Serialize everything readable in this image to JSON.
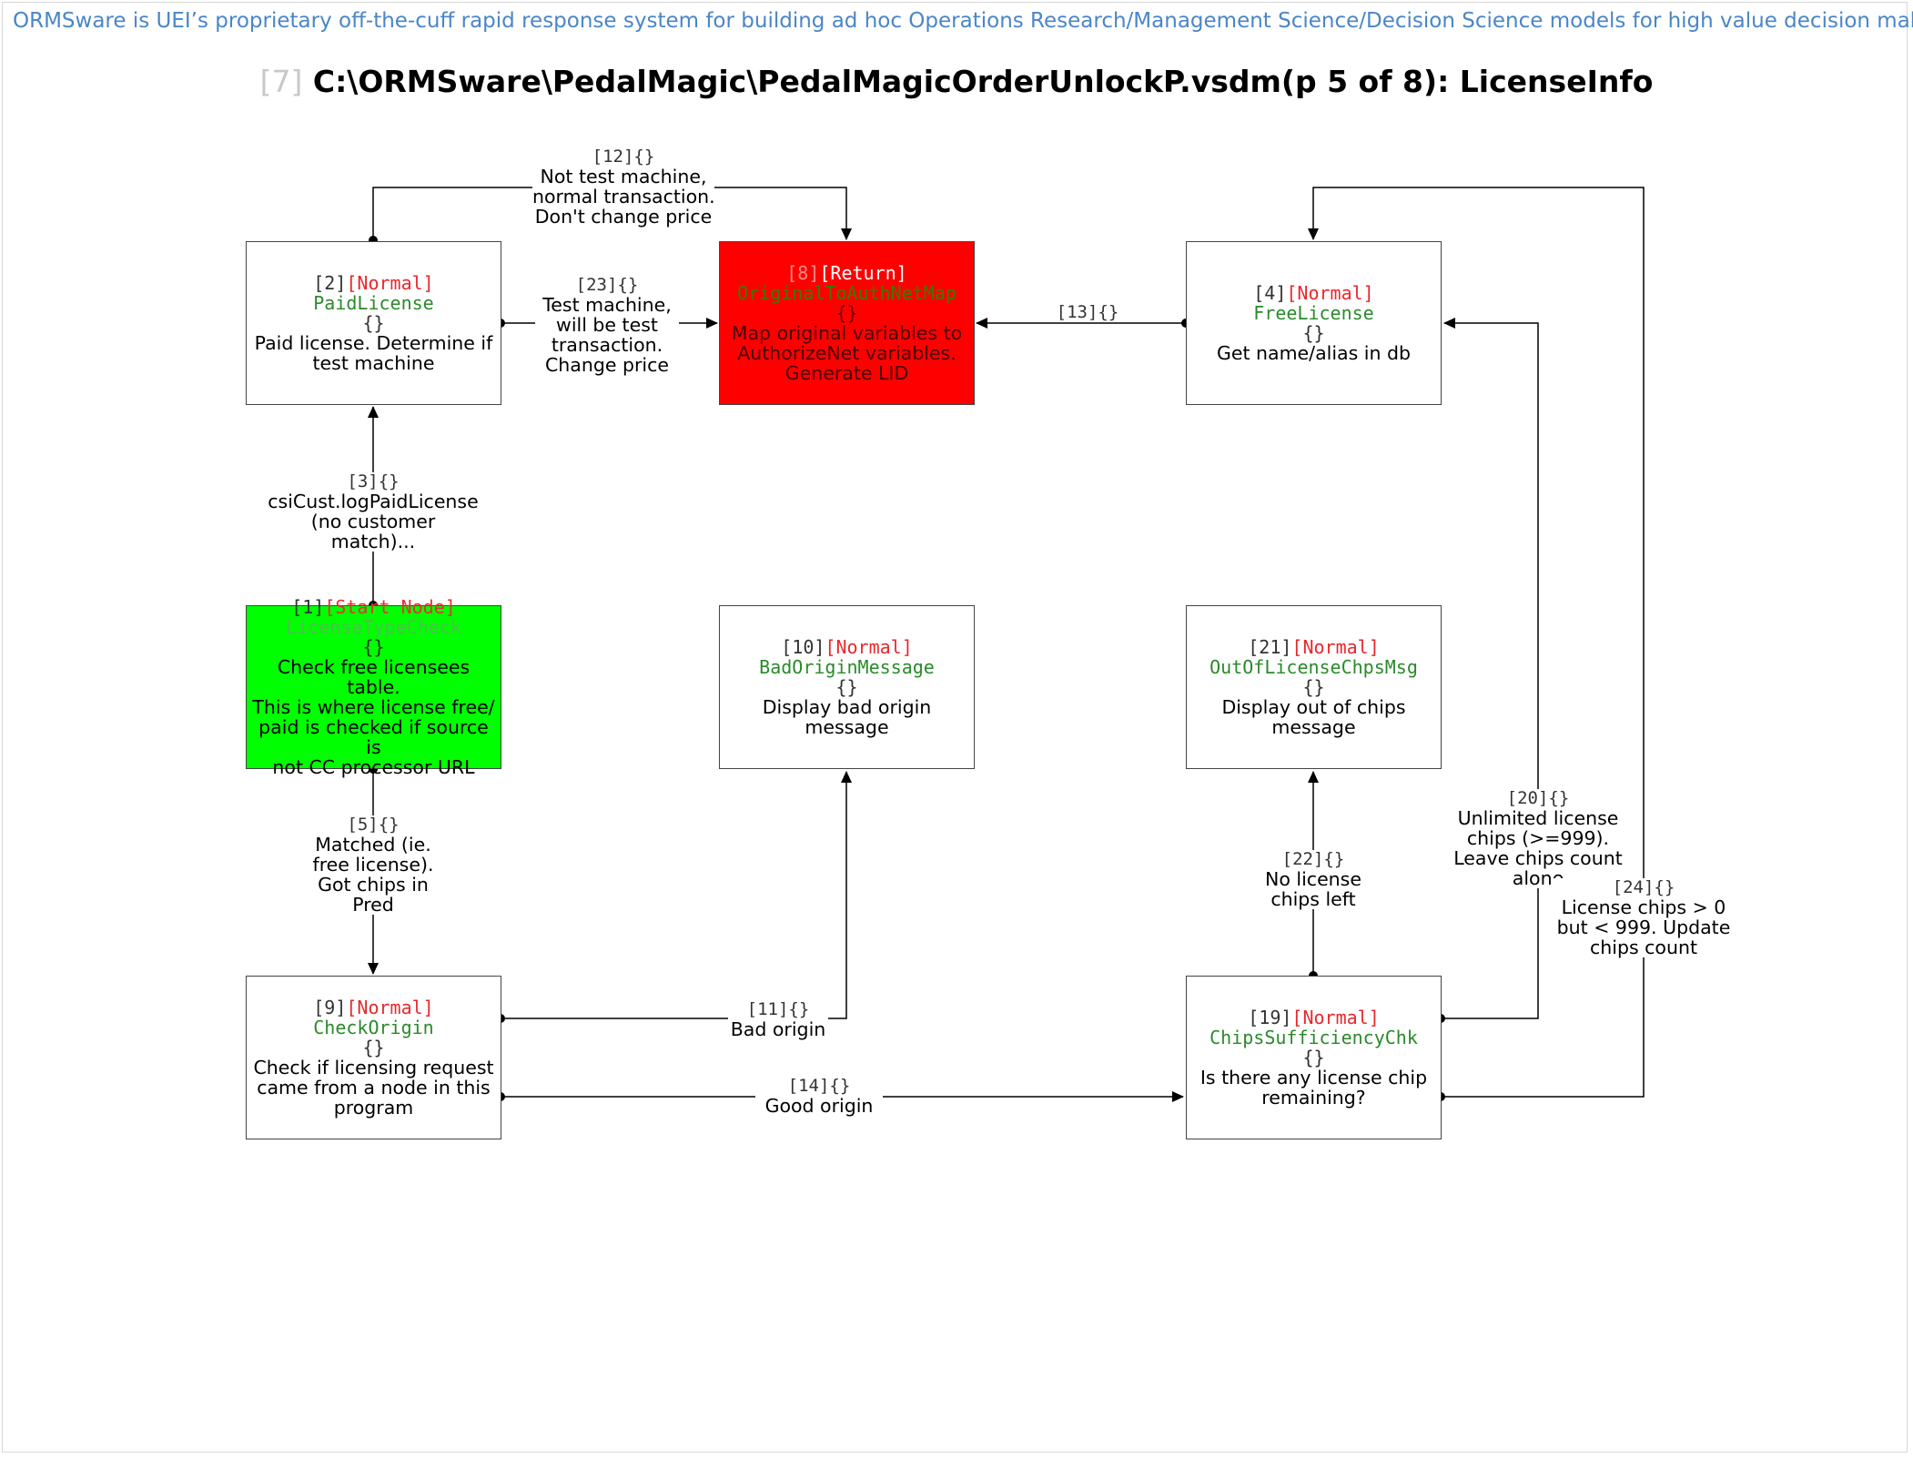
{
  "banner": "ORMSware is UEI’s proprietary off-the-cuff rapid response system for building ad hoc Operations Research/Management Science/Decision Science models for high value decision making",
  "title": {
    "page_tag": "[7]",
    "text": "C:\\ORMSware\\PedalMagic\\PedalMagicOrderUnlockP.vsdm(p 5 of 8): LicenseInfo"
  },
  "nodes": {
    "n2": {
      "id": "[2]",
      "type": "[Normal]",
      "name": "PaidLicense",
      "braces": "{}",
      "desc": [
        "Paid license. Determine if",
        "test machine"
      ]
    },
    "n8": {
      "id": "[8]",
      "type": "[Return]",
      "name": "OriginalToAuthNetMap",
      "braces": "{}",
      "desc": [
        "Map original variables to",
        "AuthorizeNet variables.",
        "Generate LID"
      ]
    },
    "n4": {
      "id": "[4]",
      "type": "[Normal]",
      "name": "FreeLicense",
      "braces": "{}",
      "desc": [
        "Get name/alias in db"
      ]
    },
    "n1": {
      "id": "[1]",
      "type": "[Start Node]",
      "name": "LicenseTypeCheck",
      "braces": "{}",
      "desc": [
        "Check free licensees table.",
        "This is where license free/",
        "paid is checked if source is",
        "not CC processor URL"
      ]
    },
    "n10": {
      "id": "[10]",
      "type": "[Normal]",
      "name": "BadOriginMessage",
      "braces": "{}",
      "desc": [
        "Display bad origin message"
      ]
    },
    "n21": {
      "id": "[21]",
      "type": "[Normal]",
      "name": "OutOfLicenseChpsMsg",
      "braces": "{}",
      "desc": [
        "Display out of chips",
        "message"
      ]
    },
    "n9": {
      "id": "[9]",
      "type": "[Normal]",
      "name": "CheckOrigin",
      "braces": "{}",
      "desc": [
        "Check if licensing request",
        "came from a node in this",
        "program"
      ]
    },
    "n19": {
      "id": "[19]",
      "type": "[Normal]",
      "name": "ChipsSufficiencyChk",
      "braces": "{}",
      "desc": [
        "Is there any license chip",
        "remaining?"
      ]
    }
  },
  "edges": {
    "e12": {
      "id": "[12]{}",
      "text": [
        "Not test machine,",
        "normal transaction.",
        "Don't change price"
      ]
    },
    "e23": {
      "id": "[23]{}",
      "text": [
        "Test machine,",
        "will be test",
        "transaction.",
        "Change price"
      ]
    },
    "e13": {
      "id": "[13]{}",
      "text": []
    },
    "e3": {
      "id": "[3]{}",
      "text": [
        "csiCust.logPaidLicense",
        "(no customer",
        "match)..."
      ]
    },
    "e5": {
      "id": "[5]{}",
      "text": [
        "Matched (ie.",
        "free license).",
        "Got chips in",
        "Pred"
      ]
    },
    "e11": {
      "id": "[11]{}",
      "text": [
        "Bad origin"
      ]
    },
    "e14": {
      "id": "[14]{}",
      "text": [
        "Good origin"
      ]
    },
    "e22": {
      "id": "[22]{}",
      "text": [
        "No license",
        "chips left"
      ]
    },
    "e20": {
      "id": "[20]{}",
      "text": [
        "Unlimited license",
        "chips (>=999).",
        "Leave chips count",
        "alone"
      ]
    },
    "e24": {
      "id": "[24]{}",
      "text": [
        "License chips > 0",
        "but < 999. Update",
        "chips count"
      ]
    }
  }
}
